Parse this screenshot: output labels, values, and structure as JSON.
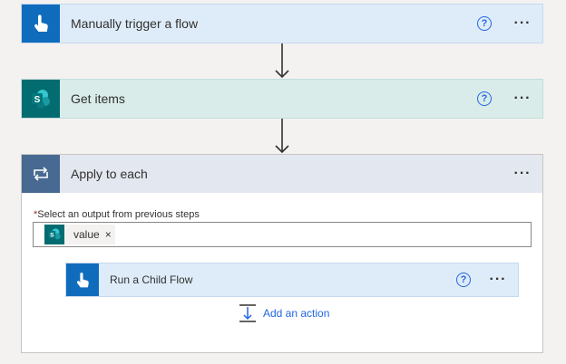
{
  "trigger": {
    "title": "Manually trigger a flow",
    "help_glyph": "?",
    "more_glyph": "···",
    "icon": "touch-hand-icon",
    "color": "#0f6cbd"
  },
  "get_items": {
    "title": "Get items",
    "help_glyph": "?",
    "more_glyph": "···",
    "icon": "sharepoint-icon",
    "color": "#036c70"
  },
  "apply_each": {
    "title": "Apply to each",
    "more_glyph": "···",
    "icon": "loop-icon",
    "color": "#486991",
    "field": {
      "required_mark": "*",
      "label": "Select an output from previous steps",
      "token": {
        "text": "value",
        "remove_glyph": "×",
        "icon": "sharepoint-icon"
      }
    },
    "child": {
      "title": "Run a Child Flow",
      "help_glyph": "?",
      "more_glyph": "···",
      "icon": "touch-hand-icon"
    },
    "add_action": {
      "label": "Add an action",
      "icon": "insert-step-icon"
    }
  },
  "colors": {
    "accent": "#2266e3",
    "trigger_bg": "#deecf9",
    "sharepoint_bg": "#d9ece9",
    "loop_header_bg": "#e3e8f0"
  }
}
